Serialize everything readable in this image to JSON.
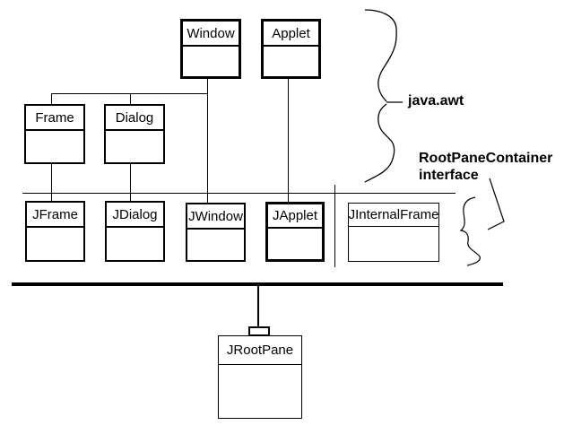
{
  "diagram": {
    "nodes": {
      "window": "Window",
      "applet": "Applet",
      "frame": "Frame",
      "dialog": "Dialog",
      "jframe": "JFrame",
      "jdialog": "JDialog",
      "jwindow": "JWindow",
      "japplet": "JApplet",
      "jinternalframe": "JInternalFrame",
      "jrootpane": "JRootPane"
    },
    "annotations": {
      "package_label": "java.awt",
      "interface_label_line1": "RootPaneContainer",
      "interface_label_line2": "interface"
    },
    "edges": [
      {
        "from": "Window",
        "to": "Frame"
      },
      {
        "from": "Window",
        "to": "Dialog"
      },
      {
        "from": "Window",
        "to": "JWindow"
      },
      {
        "from": "Frame",
        "to": "JFrame"
      },
      {
        "from": "Dialog",
        "to": "JDialog"
      },
      {
        "from": "Applet",
        "to": "JApplet"
      },
      {
        "from": "container bar",
        "to": "JRootPane"
      }
    ],
    "colors": {
      "line": "#000000",
      "background": "#ffffff",
      "text": "#000000"
    }
  }
}
